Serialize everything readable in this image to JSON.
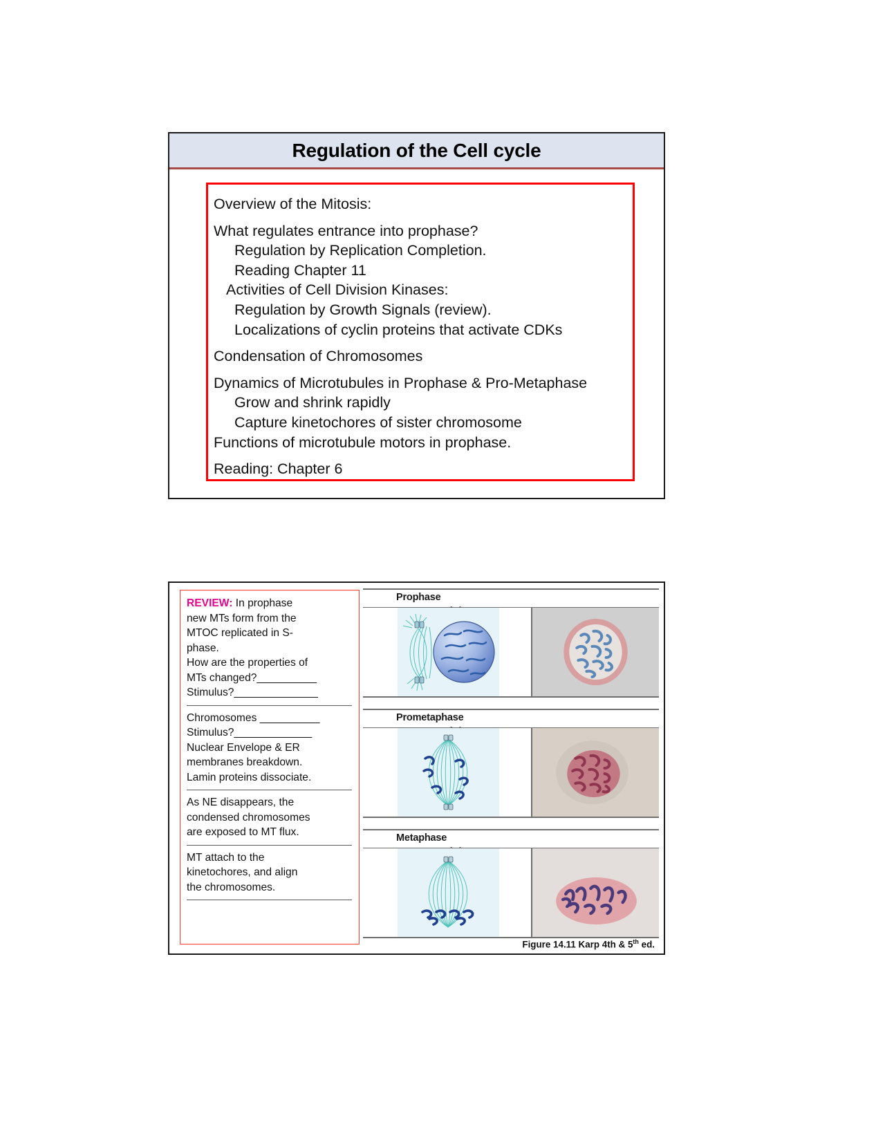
{
  "slide1": {
    "title": "Regulation of the Cell cycle",
    "lines": [
      {
        "text": "Overview of the Mitosis:",
        "indent": 0,
        "gap_after": true
      },
      {
        "text": "What regulates entrance into prophase?",
        "indent": 0,
        "gap_after": false
      },
      {
        "text": "Regulation by Replication Completion.",
        "indent": 1,
        "gap_after": false
      },
      {
        "text": "Reading Chapter 11",
        "indent": 1,
        "gap_after": false
      },
      {
        "text": "Activities of Cell Division Kinases:",
        "indent": 3,
        "gap_after": false
      },
      {
        "text": "Regulation by Growth Signals (review).",
        "indent": 1,
        "gap_after": false
      },
      {
        "text": "Localizations of cyclin proteins that activate CDKs",
        "indent": 1,
        "gap_after": true
      },
      {
        "text": "Condensation of Chromosomes",
        "indent": 0,
        "gap_after": true
      },
      {
        "text": "Dynamics of Microtubules in Prophase & Pro-Metaphase",
        "indent": 0,
        "gap_after": false
      },
      {
        "text": "Grow and shrink rapidly",
        "indent": 1,
        "gap_after": false
      },
      {
        "text": "Capture kinetochores of sister chromosome",
        "indent": 1,
        "gap_after": false
      },
      {
        "text": "Functions of microtubule motors in prophase.",
        "indent": 0,
        "gap_after": true
      },
      {
        "text": "Reading: Chapter 6",
        "indent": 0,
        "gap_after": false
      }
    ]
  },
  "slide2": {
    "review": {
      "keyword": "REVIEW:",
      "blocks": [
        {
          "lines": [
            " In prophase",
            "new MTs form from the",
            "MTOC replicated in S-",
            "phase.",
            "How are the properties of",
            "MTs changed?__________",
            "Stimulus?______________"
          ],
          "rule_after": true
        },
        {
          "lines": [
            "Chromosomes __________",
            "Stimulus?_____________",
            "Nuclear Envelope & ER",
            "membranes breakdown.",
            "Lamin proteins dissociate."
          ],
          "rule_after": true
        },
        {
          "lines": [
            "As NE disappears, the",
            "condensed chromosomes",
            "are exposed to MT flux."
          ],
          "rule_after": true
        },
        {
          "lines": [
            "MT attach to the",
            "kinetochores, and align",
            "the chromosomes."
          ],
          "rule_after": true
        }
      ]
    },
    "phases": [
      {
        "label": "Prophase"
      },
      {
        "label": "Prometaphase"
      },
      {
        "label": "Metaphase"
      }
    ],
    "figure_caption_main": "Figure 14.11 Karp 4th & 5",
    "figure_caption_sup": "th",
    "figure_caption_tail": " ed."
  },
  "colors": {
    "title_bar_bg": "#dde3ef",
    "title_rule": "#a84a4a",
    "body_box_border": "#ff0000",
    "review_box_border": "#ff3b30",
    "review_keyword": "#e3068b",
    "panel_border": "#6e6e6e",
    "art_bg": "#e6f4fa",
    "slide_border": "#1a1a1a"
  }
}
